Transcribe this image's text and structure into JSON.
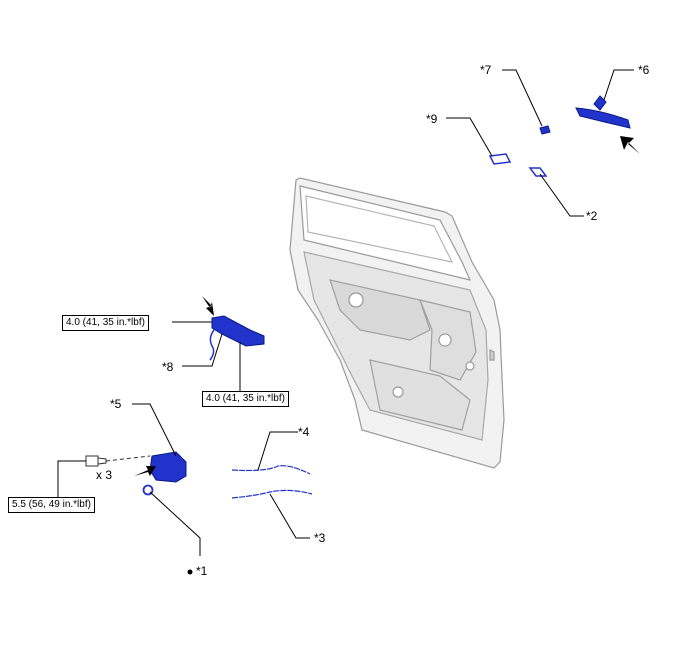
{
  "callouts": {
    "c1": "*1",
    "c2": "*2",
    "c3": "*3",
    "c4": "*4",
    "c5": "*5",
    "c6": "*6",
    "c7": "*7",
    "c8": "*8",
    "c9": "*9"
  },
  "torque": {
    "handle_upper": "4.0 (41, 35 in.*lbf)",
    "handle_lower": "4.0 (41, 35 in.*lbf)",
    "lock_bolt": "5.5 (56, 49 in.*lbf)"
  },
  "bolt_quantity": "x 3",
  "colors": {
    "part_highlight": "#2233cc",
    "door_outline": "#9a9a9a",
    "arrow": "#000000"
  }
}
